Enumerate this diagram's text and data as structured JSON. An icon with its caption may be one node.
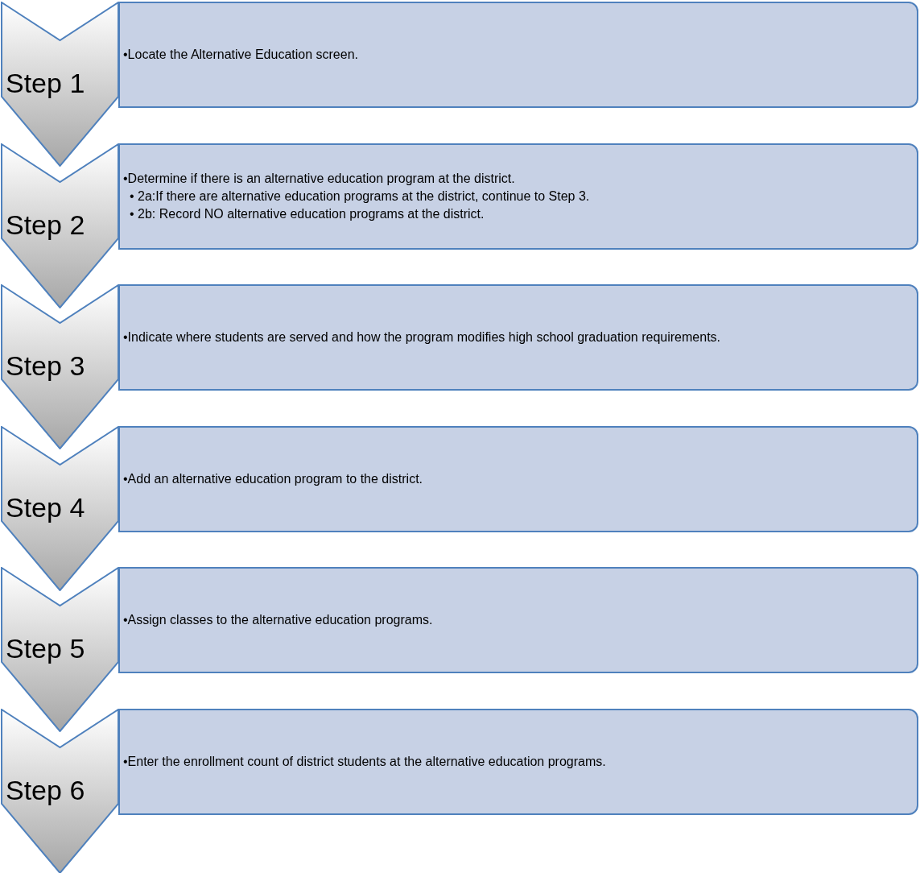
{
  "diagram": {
    "nodes": [
      {
        "text": [
          "Step 1"
        ]
      },
      {
        "text": [
          "•Locate the Alternative Education screen."
        ]
      },
      {
        "text": [
          "Step 2"
        ]
      },
      {
        "text": [
          "•Determine if there is an alternative education program at the district.",
          "• 2a:If there are alternative education programs at the district, continue to Step 3.",
          "• 2b: Record NO alternative education programs at the district."
        ]
      },
      {
        "text": [
          "Step 3"
        ]
      },
      {
        "text": [
          "•Indicate where students are served and how the program modifies high school graduation requirements."
        ]
      },
      {
        "text": [
          "Step 4"
        ]
      },
      {
        "text": [
          "•Add an alternative education program to the district."
        ]
      },
      {
        "text": [
          "Step 5"
        ]
      },
      {
        "text": [
          "•Assign classes to the alternative education programs."
        ]
      },
      {
        "text": [
          "Step 6"
        ]
      },
      {
        "text": [
          "•Enter the enrollment count of district students at the alternative education programs."
        ]
      }
    ]
  }
}
